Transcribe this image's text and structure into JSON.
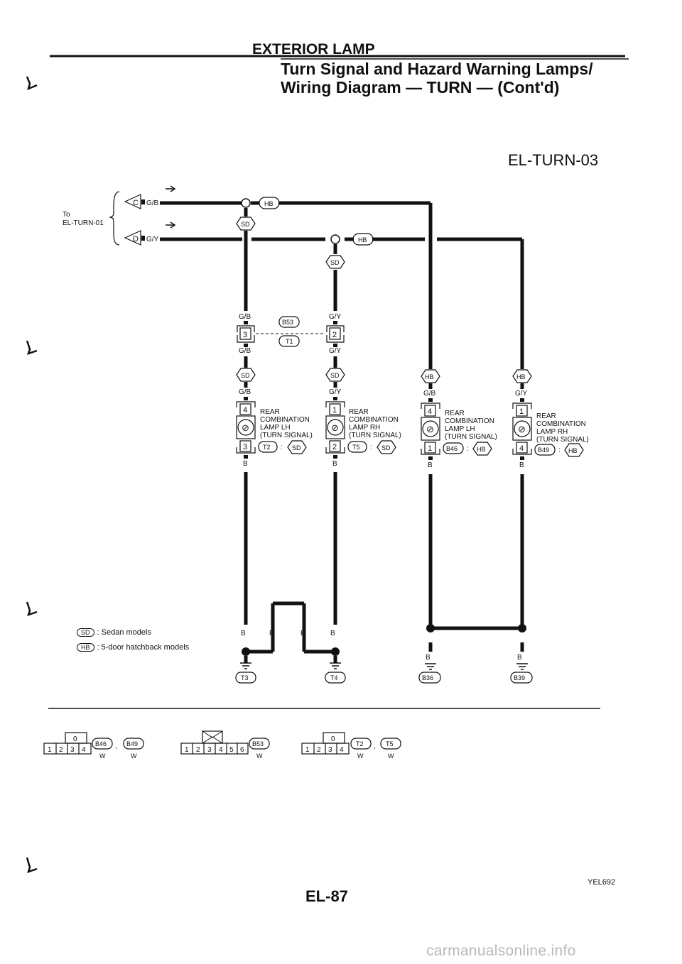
{
  "header": {
    "section_title": "EXTERIOR LAMP",
    "title_line1": "Turn Signal and Hazard Warning Lamps/",
    "title_line2": "Wiring Diagram — TURN — (Cont'd)",
    "diagram_id": "EL-TURN-03"
  },
  "input": {
    "to_label": "To",
    "to_ref": "EL-TURN-01",
    "conn_c": "C",
    "conn_d": "D",
    "wire_gb": "G/B",
    "wire_gy": "G/Y"
  },
  "splices": {
    "b53": "B53",
    "t1": "T1",
    "pin3": "3",
    "pin2": "2"
  },
  "wires": {
    "gb": "G/B",
    "gy": "G/Y",
    "b": "B"
  },
  "badges": {
    "sd": "SD",
    "hb": "HB"
  },
  "components": [
    {
      "pin_top": "4",
      "pin_bottom": "3",
      "line1": "REAR",
      "line2": "COMBINATION",
      "line3": "LAMP LH",
      "line4": "(TURN SIGNAL)",
      "conn": "T2",
      "model": "SD"
    },
    {
      "pin_top": "1",
      "pin_bottom": "2",
      "line1": "REAR",
      "line2": "COMBINATION",
      "line3": "LAMP RH",
      "line4": "(TURN SIGNAL)",
      "conn": "T5",
      "model": "SD"
    },
    {
      "pin_top": "4",
      "pin_bottom": "1",
      "line1": "REAR",
      "line2": "COMBINATION",
      "line3": "LAMP LH",
      "line4": "(TURN SIGNAL)",
      "conn": "B46",
      "model": "HB"
    },
    {
      "pin_top": "1",
      "pin_bottom": "4",
      "line1": "REAR",
      "line2": "COMBINATION",
      "line3": "LAMP RH",
      "line4": "(TURN SIGNAL)",
      "conn": "B49",
      "model": "HB"
    }
  ],
  "grounds": {
    "g1": "T3",
    "g2": "T4",
    "g3": "B36",
    "g4": "B39"
  },
  "legend": {
    "sd_badge": "SD",
    "sd_text": ": Sedan models",
    "hb_badge": "HB",
    "hb_text": ": 5-door hatchback models"
  },
  "connector_views": [
    {
      "pins": [
        "1",
        "2",
        "3",
        "4"
      ],
      "top": "0",
      "ids": [
        "B46",
        "B49"
      ],
      "sep": ",",
      "color": "W"
    },
    {
      "pins": [
        "1",
        "2",
        "3",
        "4",
        "5",
        "6"
      ],
      "top": "",
      "ids": [
        "B53"
      ],
      "sep": "",
      "color": "W"
    },
    {
      "pins": [
        "1",
        "2",
        "3",
        "4"
      ],
      "top": "0",
      "ids": [
        "T2",
        "T5"
      ],
      "sep": ",",
      "color": "W"
    }
  ],
  "footer": {
    "page_number": "EL-87",
    "figure_code": "YEL692",
    "site": "carmanualsonline.info"
  }
}
